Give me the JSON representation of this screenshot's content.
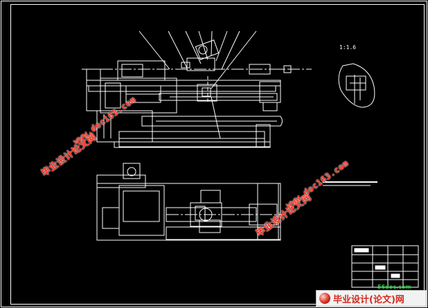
{
  "drawing": {
    "scale_label": "1:1.6",
    "background_color": "#000000",
    "line_color": "#ffffff"
  },
  "watermarks": {
    "cn_text": "毕业设计论文网",
    "url_text": "www.doc163.com",
    "color": "#ff2a1a"
  },
  "footer": {
    "brand": "毕业设计(论文)网",
    "small_brand": "56doc.com"
  }
}
